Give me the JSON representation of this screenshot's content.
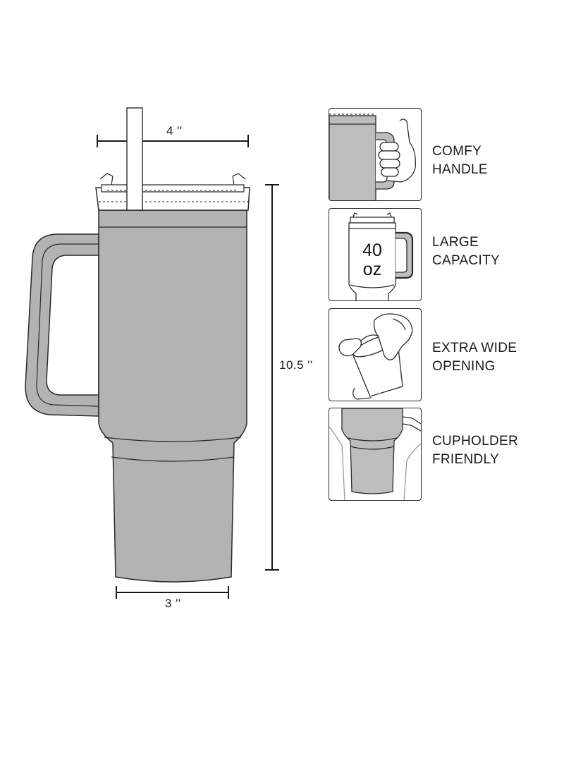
{
  "dimensions": {
    "lid_width": "4 ''",
    "height": "10.5 ''",
    "base_width": "3 ''"
  },
  "features": [
    {
      "id": "comfy-handle",
      "line1": "COMFY",
      "line2": "HANDLE"
    },
    {
      "id": "large-capacity",
      "line1": "LARGE",
      "line2": "CAPACITY",
      "badge_line1": "40",
      "badge_line2": "oz"
    },
    {
      "id": "extra-wide-opening",
      "line1": "EXTRA WIDE",
      "line2": "OPENING"
    },
    {
      "id": "cupholder-friendly",
      "line1": "CUPHOLDER",
      "line2": "FRIENDLY"
    }
  ],
  "colors": {
    "tumbler_body": "#b3b3b3",
    "outline": "#2a2a2a",
    "panel_fill": "#bdbdbd"
  }
}
